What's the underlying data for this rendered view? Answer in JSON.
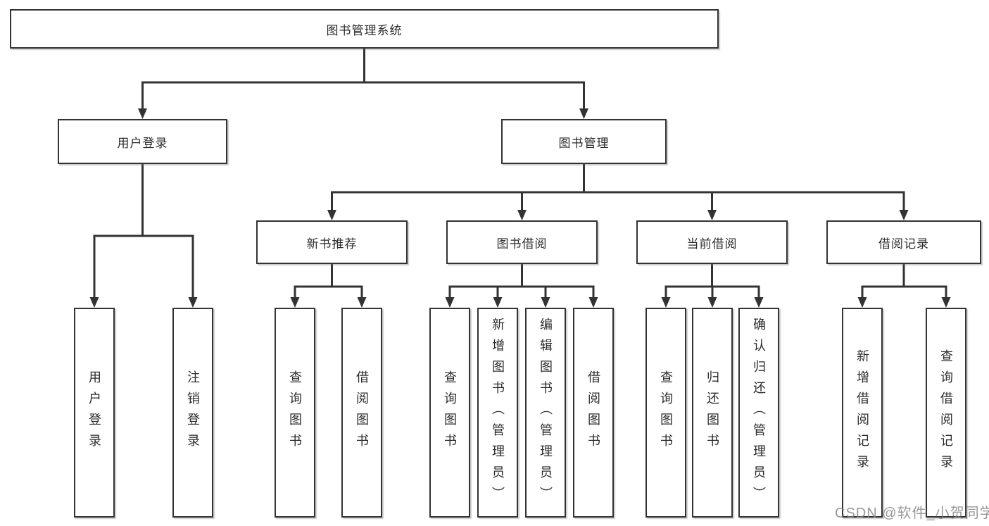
{
  "tree": {
    "root": {
      "label": "图书管理系统"
    },
    "user_login": {
      "label": "用户登录",
      "children": [
        {
          "label": "用户登录"
        },
        {
          "label": "注销登录"
        }
      ]
    },
    "book_management": {
      "label": "图书管理",
      "sections": [
        {
          "label": "新书推荐",
          "children": [
            {
              "label": "查询图书"
            },
            {
              "label": "借阅图书"
            }
          ]
        },
        {
          "label": "图书借阅",
          "children": [
            {
              "label": "查询图书"
            },
            {
              "label": "新增图书（管理员）"
            },
            {
              "label": "编辑图书（管理员）"
            },
            {
              "label": "借阅图书"
            }
          ]
        },
        {
          "label": "当前借阅",
          "children": [
            {
              "label": "查询图书"
            },
            {
              "label": "归还图书"
            },
            {
              "label": "确认归还（管理员）"
            }
          ]
        },
        {
          "label": "借阅记录",
          "children": [
            {
              "label": "新增借阅记录"
            },
            {
              "label": "查询借阅记录"
            }
          ]
        }
      ]
    }
  },
  "watermark": {
    "text": "CSDN @软件_小贺同学"
  },
  "colors": {
    "line": "#333333",
    "border": "#333333",
    "text": "#2b2b2b",
    "watermark_gray": "#808080",
    "background": "#ffffff"
  }
}
